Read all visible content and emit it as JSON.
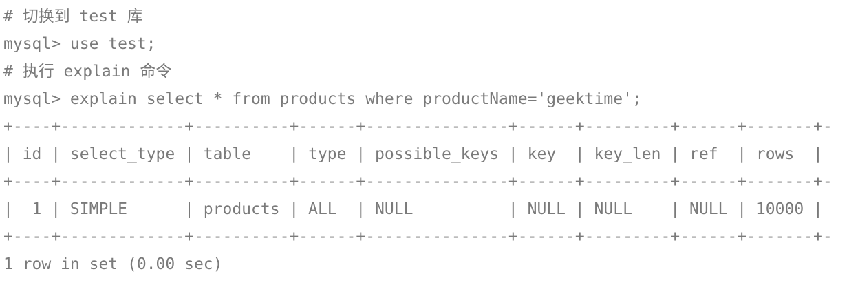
{
  "terminal": {
    "background_color": "#ffffff",
    "text_color": "#7a7a7a",
    "lines": [
      {
        "name": "comment-switch-db",
        "kind": "comment",
        "text": "# 切换到 test 库"
      },
      {
        "name": "command-use-test",
        "kind": "prompt",
        "text": "mysql> use test;"
      },
      {
        "name": "comment-run-explain",
        "kind": "comment",
        "text": "# 执行 explain 命令"
      },
      {
        "name": "command-explain",
        "kind": "prompt",
        "text": "mysql> explain select * from products where productName='geektime';"
      },
      {
        "name": "table-rule-top",
        "kind": "rule",
        "text": "+----+-------------+----------+------+---------------+------+---------+------+-------+-"
      },
      {
        "name": "table-header-row",
        "kind": "row",
        "text": "| id | select_type | table    | type | possible_keys | key  | key_len | ref  | rows  |"
      },
      {
        "name": "table-rule-middle",
        "kind": "rule",
        "text": "+----+-------------+----------+------+---------------+------+---------+------+-------+-"
      },
      {
        "name": "table-data-row",
        "kind": "row",
        "text": "|  1 | SIMPLE      | products | ALL  | NULL          | NULL | NULL    | NULL | 10000 |"
      },
      {
        "name": "table-rule-bottom",
        "kind": "rule",
        "text": "+----+-------------+----------+------+---------------+------+---------+------+-------+-"
      },
      {
        "name": "status-row-count",
        "kind": "status",
        "text": "1 row in set (0.00 sec)"
      }
    ]
  },
  "explain_result": {
    "prompt_symbol": "mysql>",
    "comment_marker": "#",
    "database": "test",
    "query": "explain select * from products where productName='geektime';",
    "columns": [
      "id",
      "select_type",
      "table",
      "type",
      "possible_keys",
      "key",
      "key_len",
      "ref",
      "rows"
    ],
    "rows": [
      {
        "id": "1",
        "select_type": "SIMPLE",
        "table": "products",
        "type": "ALL",
        "possible_keys": "NULL",
        "key": "NULL",
        "key_len": "NULL",
        "ref": "NULL",
        "rows": "10000"
      }
    ],
    "status": "1 row in set (0.00 sec)",
    "row_count": 1,
    "elapsed_seconds": "0.00"
  }
}
